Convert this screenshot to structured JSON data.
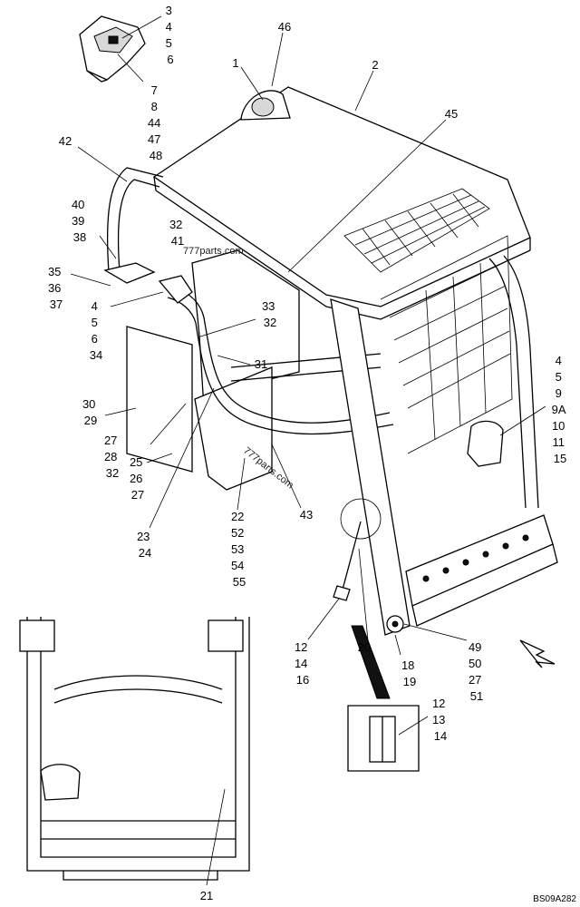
{
  "callouts": [
    {
      "lines": [
        "3",
        "4",
        "5",
        "6"
      ]
    },
    {
      "lines": [
        "7",
        "8",
        "44",
        "47",
        "48"
      ]
    },
    {
      "lines": [
        "46"
      ]
    },
    {
      "lines": [
        "1"
      ]
    },
    {
      "lines": [
        "2"
      ]
    },
    {
      "lines": [
        "45"
      ]
    },
    {
      "lines": [
        "42"
      ]
    },
    {
      "lines": [
        "40",
        "39",
        "38"
      ]
    },
    {
      "lines": [
        "32",
        "41"
      ]
    },
    {
      "lines": [
        "35",
        "36",
        "37"
      ]
    },
    {
      "lines": [
        "4",
        "5",
        "6",
        "34"
      ]
    },
    {
      "lines": [
        "33",
        "32"
      ]
    },
    {
      "lines": [
        "31"
      ]
    },
    {
      "lines": [
        "30",
        "29"
      ]
    },
    {
      "lines": [
        "27",
        "28",
        "32"
      ]
    },
    {
      "lines": [
        "25",
        "26",
        "27"
      ]
    },
    {
      "lines": [
        "23",
        "24"
      ]
    },
    {
      "lines": [
        "22",
        "52",
        "53",
        "54",
        "55"
      ]
    },
    {
      "lines": [
        "43"
      ]
    },
    {
      "lines": [
        "4",
        "5",
        "9",
        "9A",
        "10",
        "11",
        "15"
      ]
    },
    {
      "lines": [
        "12",
        "14",
        "16"
      ]
    },
    {
      "lines": [
        "20"
      ]
    },
    {
      "lines": [
        "18",
        "19"
      ]
    },
    {
      "lines": [
        "49",
        "50",
        "27",
        "51"
      ]
    },
    {
      "lines": [
        "12",
        "13",
        "14"
      ]
    },
    {
      "lines": [
        "21"
      ]
    }
  ],
  "watermarks": [
    "777parts.com",
    "777parts.com"
  ],
  "drawing_code": "BS09A282"
}
